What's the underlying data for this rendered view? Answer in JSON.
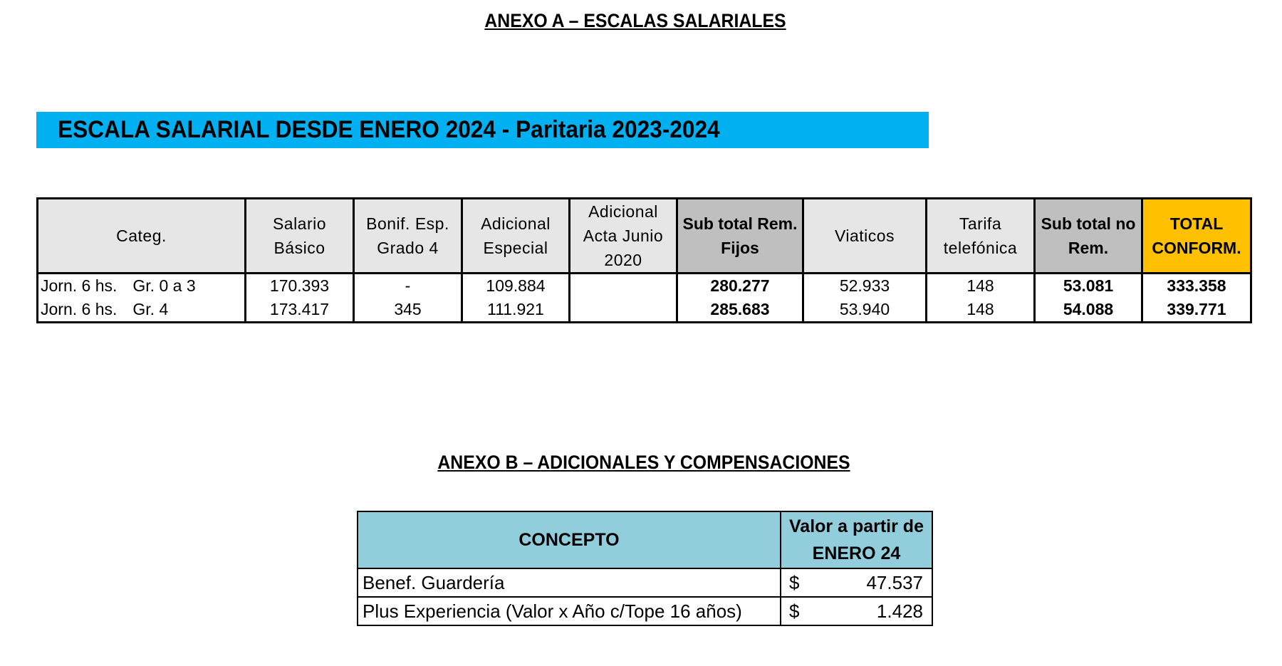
{
  "annex_a": {
    "title": "ANEXO A – ESCALAS SALARIALES"
  },
  "banner": {
    "title": "ESCALA SALARIAL DESDE ENERO 2024 - Paritaria 2023-2024"
  },
  "salary_table": {
    "headers": [
      "Categ.",
      "Salario Básico",
      "Bonif. Esp. Grado 4",
      "Adicional Especial",
      "Adicional Acta Junio 2020",
      "Sub total Rem. Fijos",
      "Viaticos",
      "Tarifa telefónica",
      "Sub total no Rem.",
      "TOTAL CONFORM."
    ],
    "rows": [
      {
        "cat": "Jorn. 6 hs.",
        "grade": "Gr. 0 a 3",
        "salario": "170.393",
        "bonif": "-",
        "adicional": "109.884",
        "acta": "",
        "subrem": "280.277",
        "viaticos": "52.933",
        "tarifa": "148",
        "subnorem": "53.081",
        "total": "333.358"
      },
      {
        "cat": "Jorn. 6 hs.",
        "grade": "Gr. 4",
        "salario": "173.417",
        "bonif": "345",
        "adicional": "111.921",
        "acta": "",
        "subrem": "285.683",
        "viaticos": "53.940",
        "tarifa": "148",
        "subnorem": "54.088",
        "total": "339.771"
      }
    ]
  },
  "annex_b": {
    "title": "ANEXO B – ADICIONALES Y COMPENSACIONES"
  },
  "comp_table": {
    "headers": {
      "concepto": "CONCEPTO",
      "valor_line1": "Valor a partir de",
      "valor_line2": "ENERO 24"
    },
    "currency": "$",
    "rows": [
      {
        "concepto": "Benef. Guardería",
        "valor": "47.537"
      },
      {
        "concepto": "Plus Experiencia (Valor x Año c/Tope 16 años)",
        "valor": "1.428"
      }
    ]
  },
  "colors": {
    "banner": "#00b0f0",
    "header_gray": "#e7e6e6",
    "subtotal_gray": "#bfbfbf",
    "total_orange": "#ffc000",
    "concept_blue": "#92cddc"
  }
}
